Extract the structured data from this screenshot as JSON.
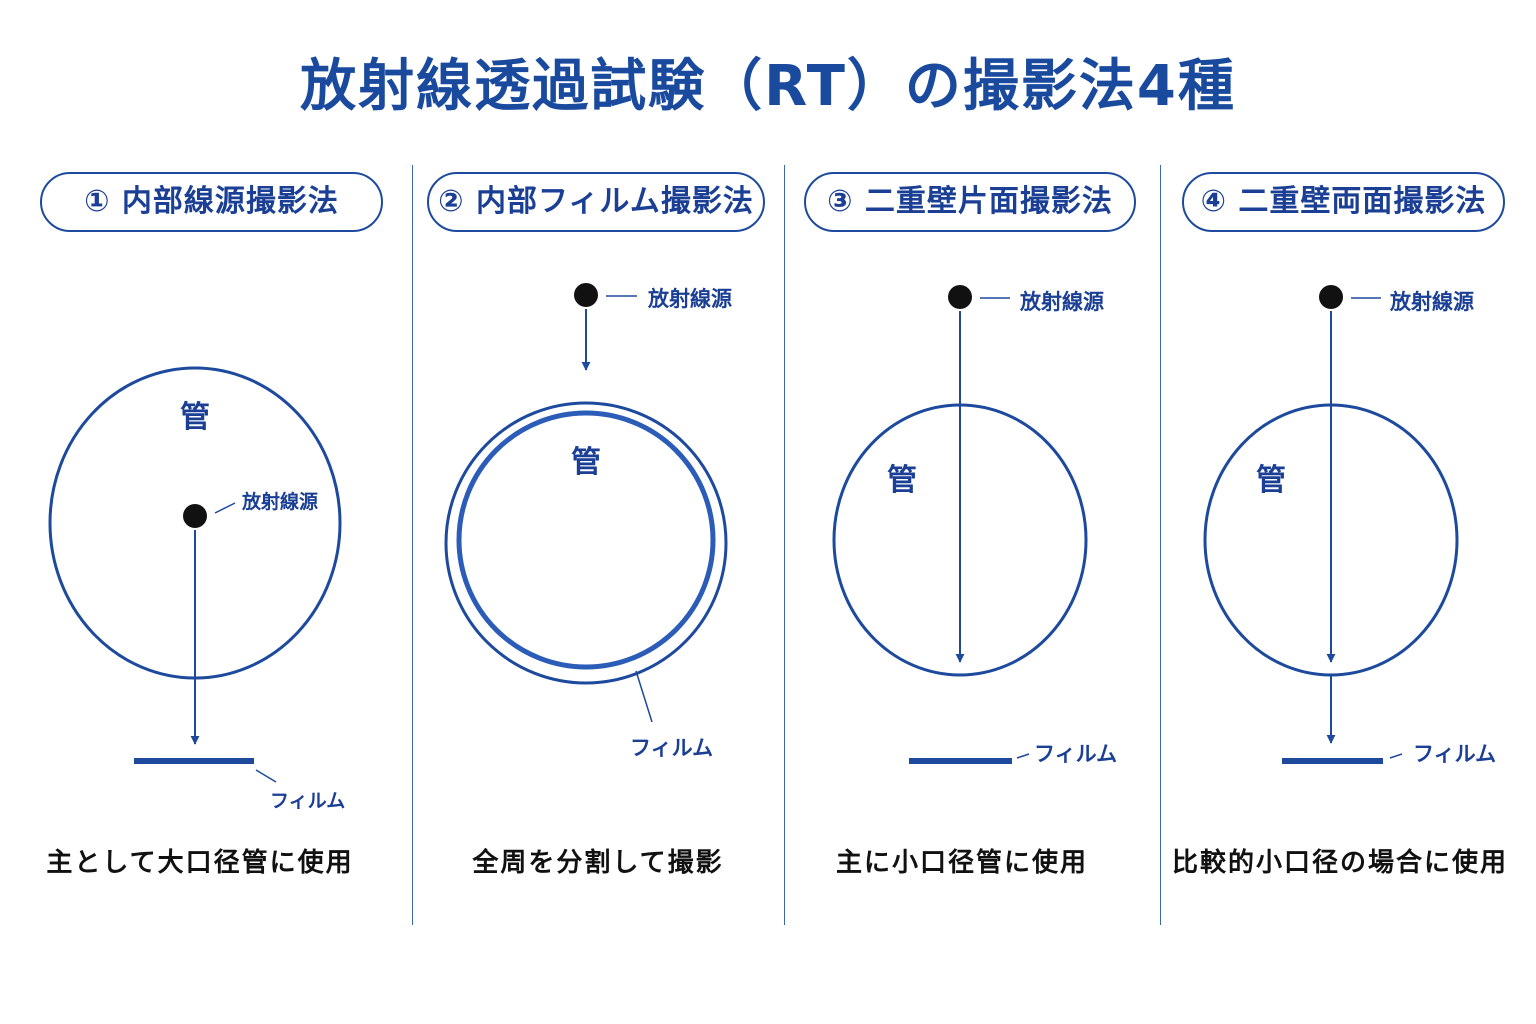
{
  "title": "放射線透過試験（RT）の撮影法4種",
  "colors": {
    "primary": "#1e4a9e",
    "text": "#1a3f94",
    "source_dot": "#111111",
    "caption": "#111111"
  },
  "methods": [
    {
      "label": "① 内部線源撮影法",
      "pipe_label": "管",
      "source_label": "放射線源",
      "film_label": "フィルム",
      "caption": "主として大口径管に使用"
    },
    {
      "label": "② 内部フィルム撮影法",
      "pipe_label": "管",
      "source_label": "放射線源",
      "film_label": "フィルム",
      "caption": "全周を分割して撮影"
    },
    {
      "label": "③ 二重壁片面撮影法",
      "pipe_label": "管",
      "source_label": "放射線源",
      "film_label": "フィルム",
      "caption": "主に小口径管に使用"
    },
    {
      "label": "④ 二重壁両面撮影法",
      "pipe_label": "管",
      "source_label": "放射線源",
      "film_label": "フィルム",
      "caption": "比較的小口径の場合に使用"
    }
  ]
}
